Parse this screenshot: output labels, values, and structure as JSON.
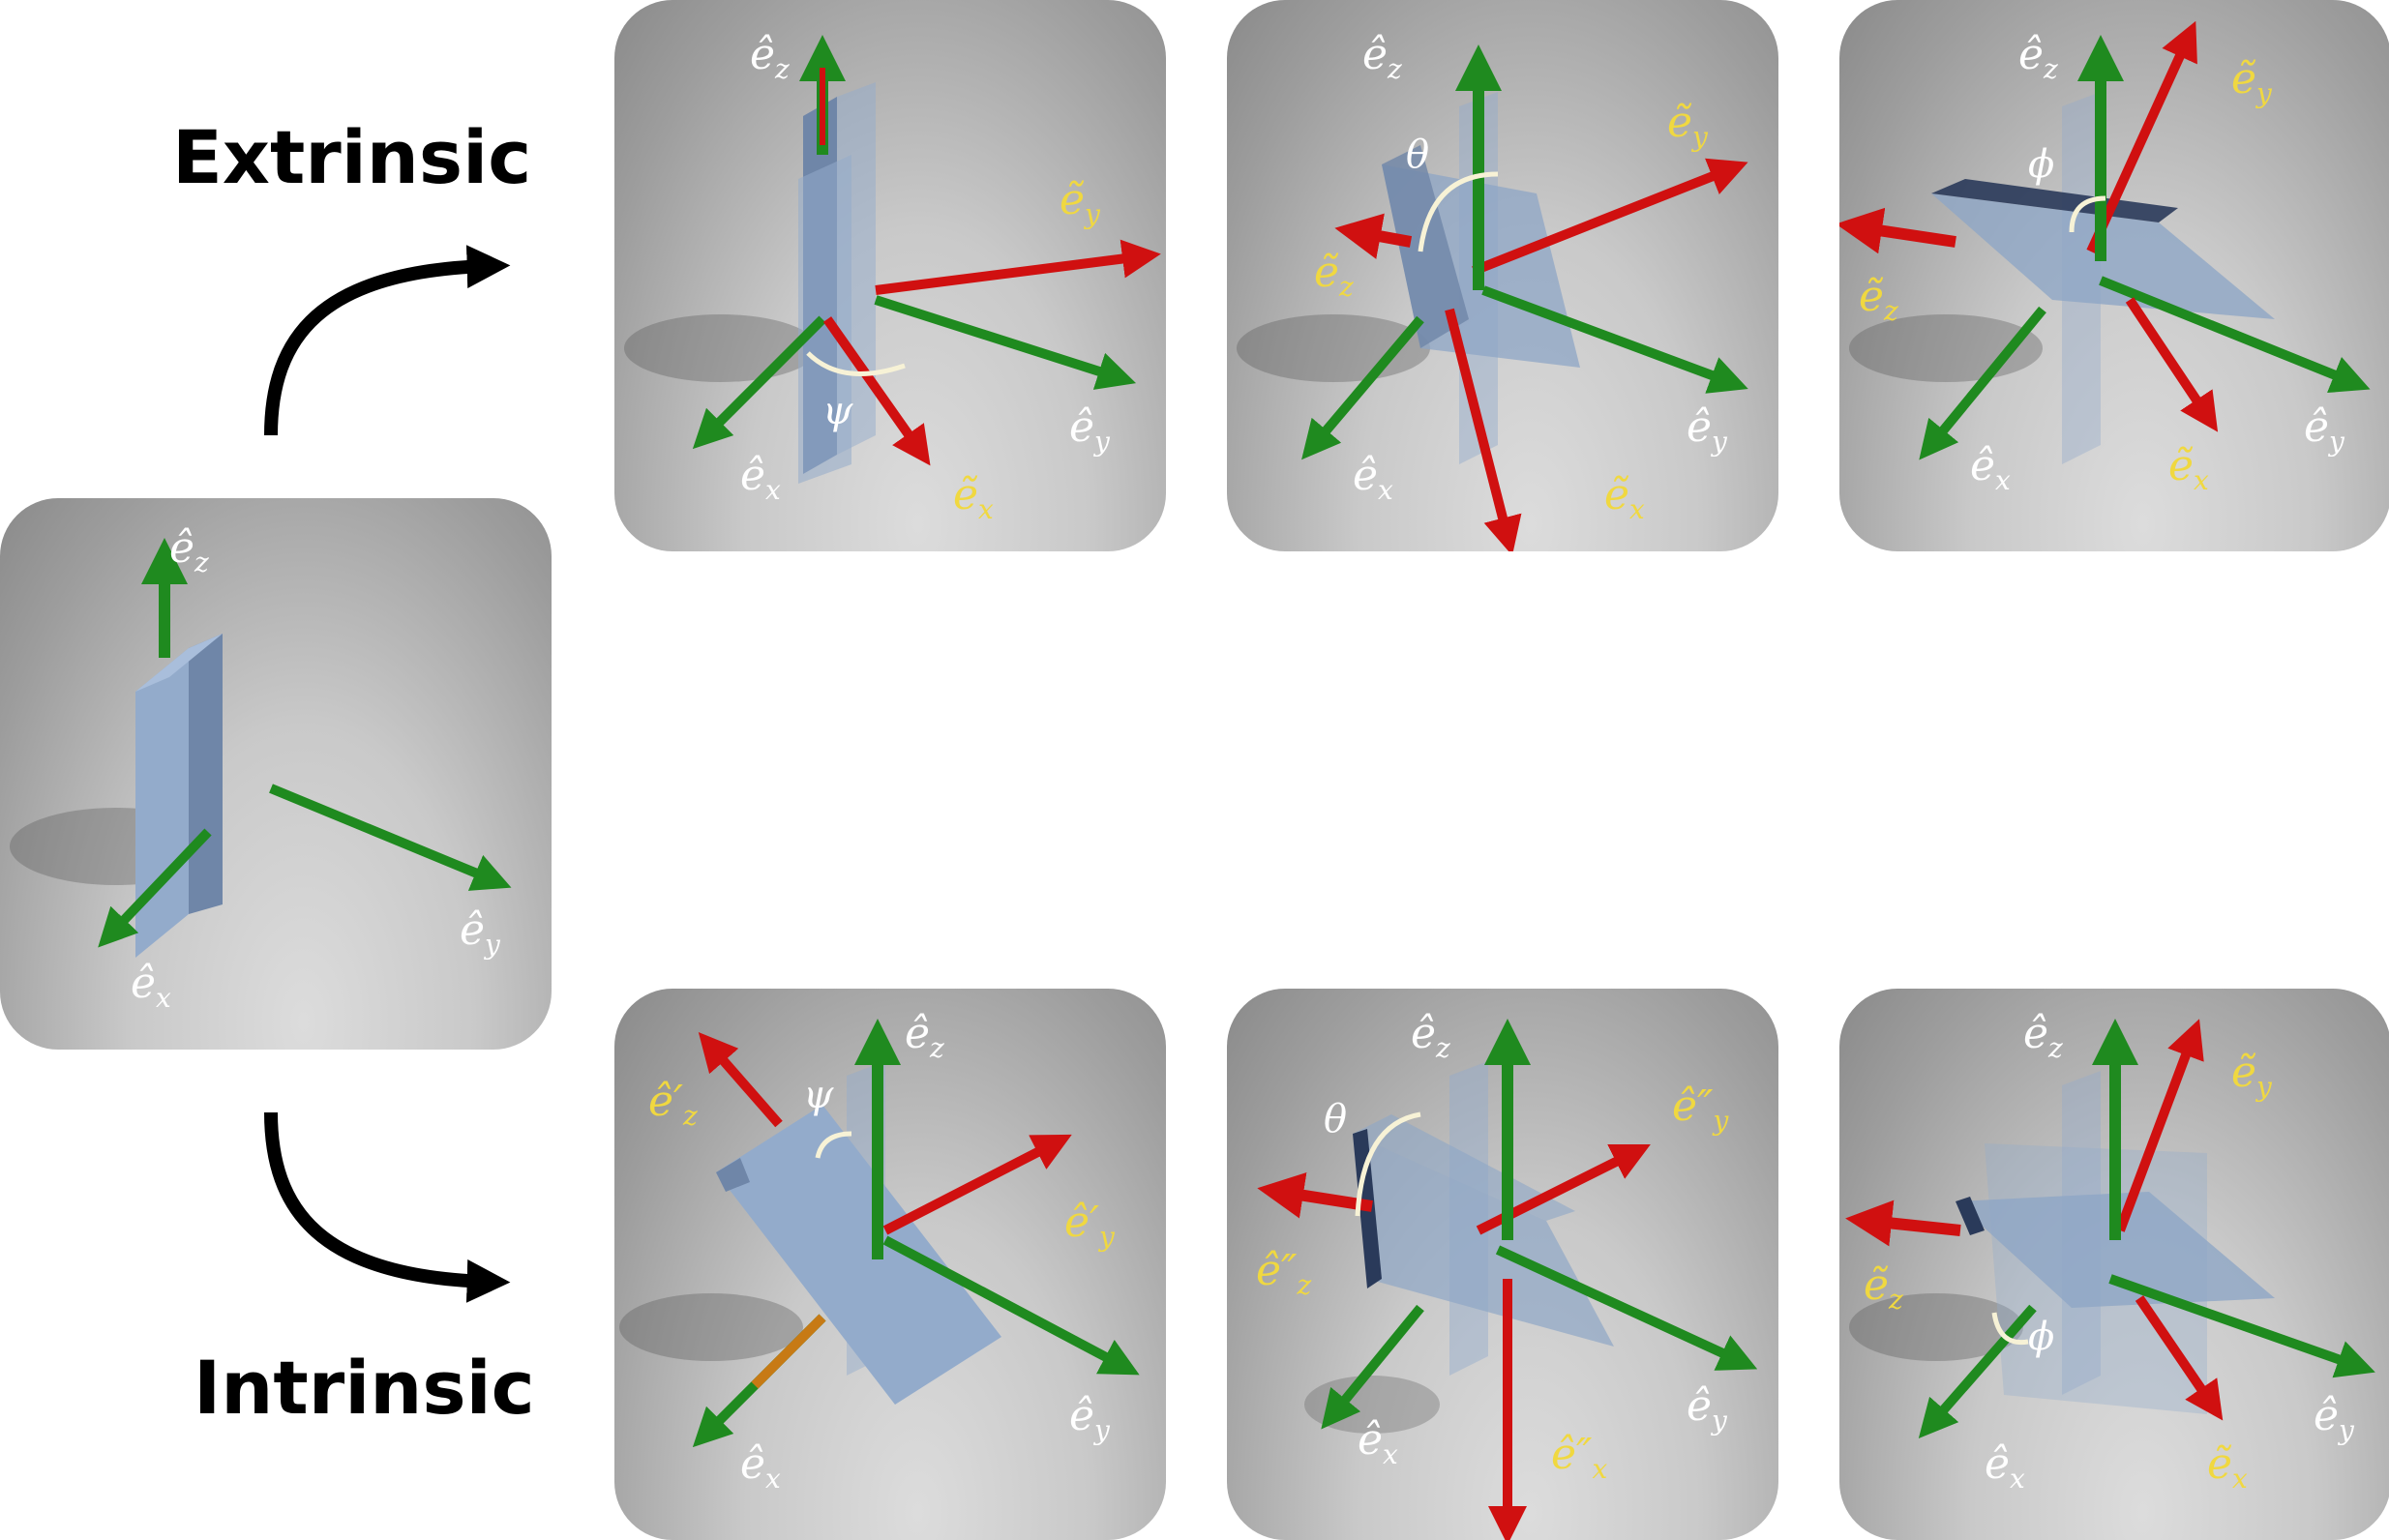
{
  "headings": {
    "extrinsic": "Extrinsic",
    "intrinsic": "Intrinsic"
  },
  "colors": {
    "axis_fixed": "#1f8a1f",
    "axis_rotated": "#d01010",
    "plate": "#90a8c8",
    "label_fixed": "#ffffff",
    "label_rotated": "#f0d840"
  },
  "panels": {
    "start": {
      "ez": "ê",
      "ex": "ê",
      "ey": "ê"
    },
    "ext1": {
      "ez": "ê",
      "ey_t": "ẽ",
      "ey": "ê",
      "ex": "ê",
      "ex_t": "ẽ",
      "angle": "ψ"
    },
    "ext2": {
      "ez": "ê",
      "ey_t": "ẽ",
      "ez_t": "ẽ",
      "ey": "ê",
      "ex": "ê",
      "ex_t": "ẽ",
      "angle": "θ"
    },
    "ext3": {
      "ez": "ê",
      "ey_t": "ẽ",
      "ez_t": "ẽ",
      "ey": "ê",
      "ex": "ê",
      "ex_t": "ẽ",
      "angle": "ϕ"
    },
    "int1": {
      "ez": "ê",
      "ez_p": "ê′",
      "ey_p": "ê′",
      "ey": "ê",
      "ex": "ê",
      "angle": "ψ"
    },
    "int2": {
      "ez": "ê",
      "ey_pp": "ê″",
      "ez_pp": "ê″",
      "ey": "ê",
      "ex": "ê",
      "ex_pp": "ê″",
      "angle": "θ"
    },
    "int3": {
      "ez": "ê",
      "ey_t": "ẽ",
      "ez_t": "ẽ",
      "ey": "ê",
      "ex": "ê",
      "ex_t": "ẽ",
      "angle": "ϕ"
    }
  },
  "subscripts": {
    "x": "x",
    "y": "y",
    "z": "z"
  }
}
